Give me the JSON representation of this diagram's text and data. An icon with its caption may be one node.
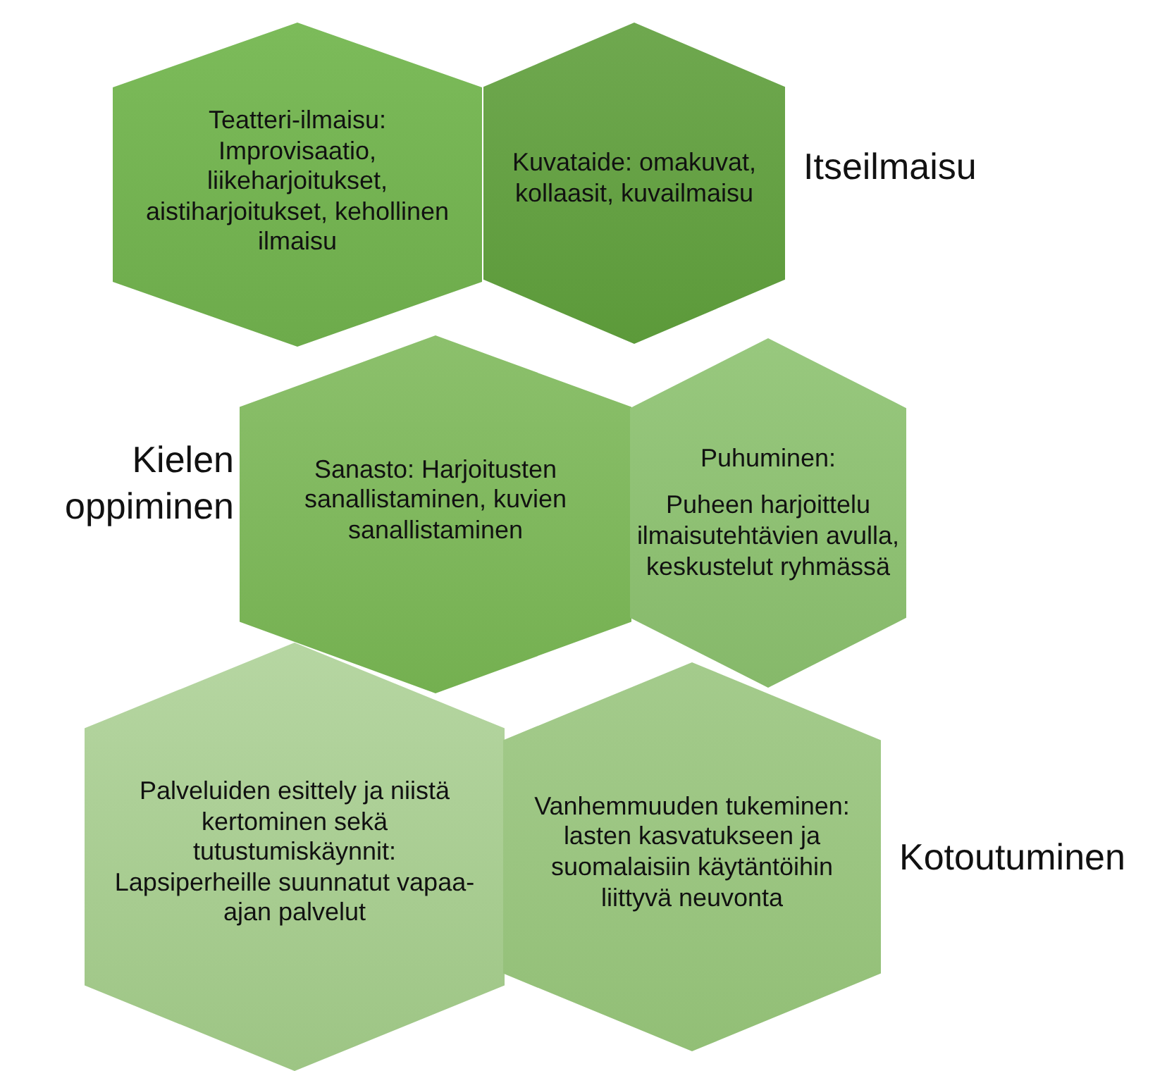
{
  "diagram": {
    "nodes": [
      {
        "text": [
          "Teatteri-ilmaisu: Improvisaatio, liikeharjoitukset, aistiharjoitukset, kehollinen ilmaisu"
        ]
      },
      {
        "text": [
          "Kuvataide: omakuvat, kollaasit, kuvailmaisu"
        ]
      },
      {
        "text": [
          "Sanasto: Harjoitusten sanallistaminen, kuvien sanallistaminen"
        ]
      },
      {
        "text": [
          "Puhuminen:",
          "Puheen harjoittelu ilmaisutehtävien avulla, keskustelut ryhmässä"
        ]
      },
      {
        "text": [
          "Palveluiden esittely ja niistä kertominen sekä tutustumiskäynnit: Lapsiperheille suunnatut vapaa-ajan palvelut"
        ]
      },
      {
        "text": [
          "Vanhemmuuden tukeminen: lasten kasvatukseen ja suomalaisiin käytäntöihin liittyvä neuvonta"
        ]
      }
    ],
    "labels": [
      "Itseilmaisu",
      "Kielen oppiminen",
      "Kotoutuminen"
    ]
  }
}
